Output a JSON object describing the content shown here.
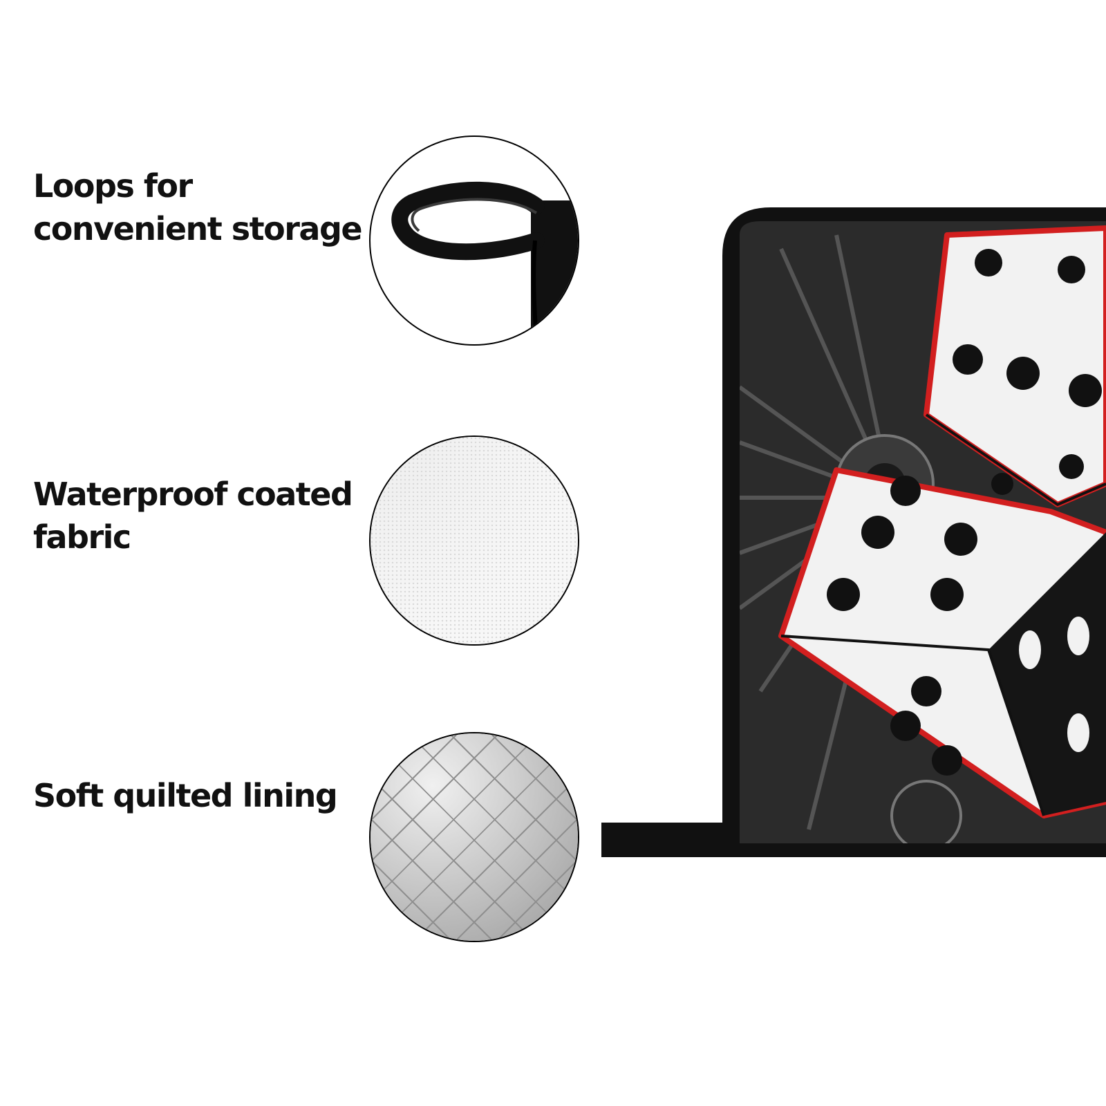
{
  "features": [
    {
      "id": "loops",
      "lines": [
        "Loops for",
        "convenient storage"
      ],
      "detail_icon": "hanging-loop-icon"
    },
    {
      "id": "fabric",
      "lines": [
        "Waterproof coated",
        "fabric"
      ],
      "detail_icon": "coated-fabric-texture"
    },
    {
      "id": "lining",
      "lines": [
        "Soft quilted lining"
      ],
      "detail_icon": "quilted-lining-texture"
    }
  ],
  "product": {
    "kind": "pot-holder",
    "pattern": "dice-icon",
    "colors": {
      "trim": "#111111",
      "background": "#2b2b2b",
      "dice_face": "#f2f2f2",
      "dice_outline": "#d21f1f"
    }
  }
}
